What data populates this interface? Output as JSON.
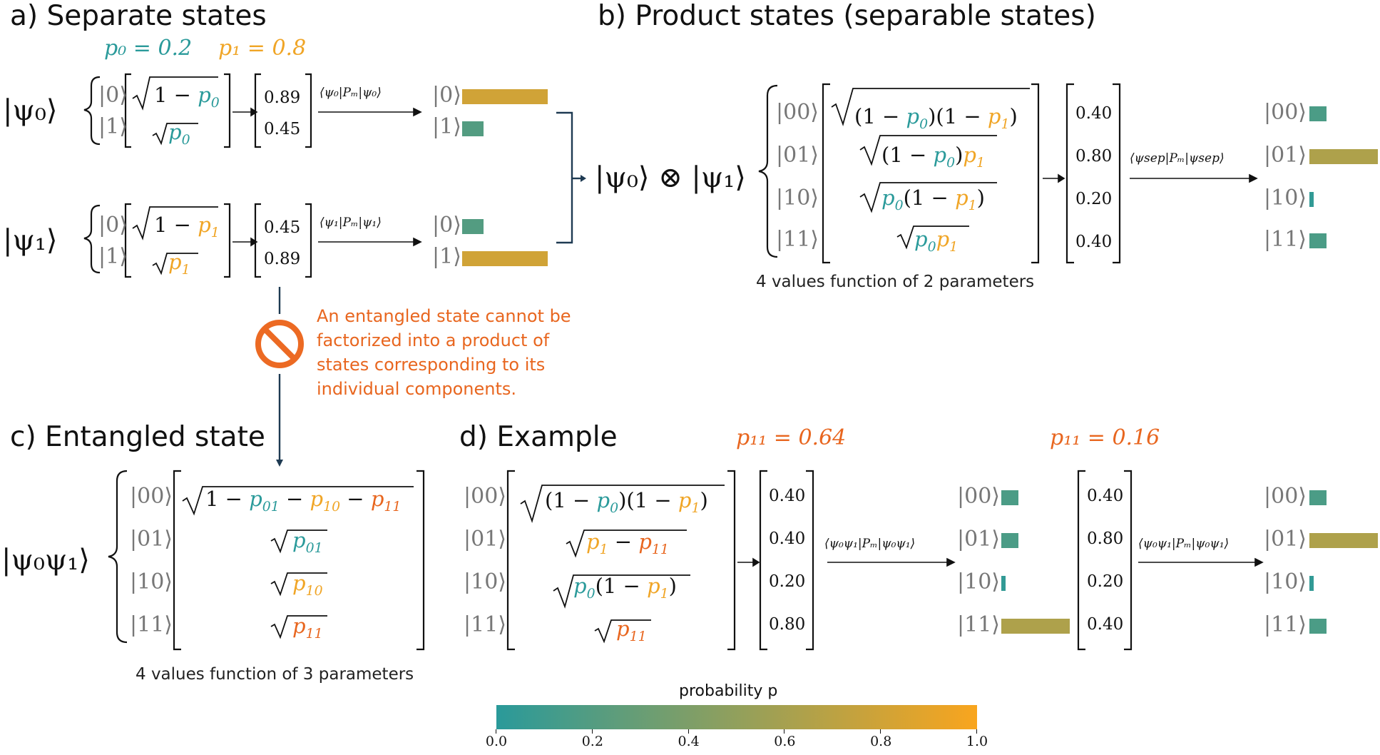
{
  "panels": {
    "a": "a) Separate states",
    "b": "b) Product states (separable states)",
    "c": "c) Entangled state",
    "d": "d) Example"
  },
  "params": {
    "p0": "p₀ = 0.2",
    "p1": "p₁ = 0.8",
    "p11_first": "p₁₁ = 0.64",
    "p11_second": "p₁₁ = 0.16"
  },
  "states": {
    "psi0": "|ψ₀⟩",
    "psi1": "|ψ₁⟩",
    "product": "|ψ₀⟩ ⊗ |ψ₁⟩",
    "entangled": "|ψ₀ψ₁⟩"
  },
  "kets": {
    "one_qubit": [
      "|0⟩",
      "|1⟩"
    ],
    "two_qubit": [
      "|00⟩",
      "|01⟩",
      "|10⟩",
      "|11⟩"
    ]
  },
  "amplitudes": {
    "psi0": {
      "values": [
        "0.89",
        "0.45"
      ],
      "probabilities": [
        0.8,
        0.2
      ]
    },
    "psi1": {
      "values": [
        "0.45",
        "0.89"
      ],
      "probabilities": [
        0.2,
        0.8
      ]
    },
    "product": {
      "values": [
        "0.40",
        "0.80",
        "0.20",
        "0.40"
      ],
      "probabilities": [
        0.16,
        0.64,
        0.04,
        0.16
      ]
    },
    "example1": {
      "values": [
        "0.40",
        "0.40",
        "0.20",
        "0.80"
      ],
      "probabilities": [
        0.16,
        0.16,
        0.04,
        0.64
      ]
    },
    "example2": {
      "values": [
        "0.40",
        "0.80",
        "0.20",
        "0.40"
      ],
      "probabilities": [
        0.16,
        0.64,
        0.04,
        0.16
      ]
    }
  },
  "operators": {
    "psi0": "⟨ψ₀|Pₘ|ψ₀⟩",
    "psi1": "⟨ψ₁|Pₘ|ψ₁⟩",
    "sep": "⟨ψsep|Pₘ|ψsep⟩",
    "example": "⟨ψ₀ψ₁|Pₘ|ψ₀ψ₁⟩"
  },
  "notes": {
    "product_caption": "4 values function of 2 parameters",
    "entangled_caption": "4 values function of 3 parameters",
    "entangled_warning": [
      "An entangled state cannot be",
      "factorized into a product of",
      "states corresponding to its",
      "individual components."
    ]
  },
  "colorbar": {
    "label": "probability p",
    "ticks": [
      "0.0",
      "0.2",
      "0.4",
      "0.6",
      "0.8",
      "1.0"
    ],
    "colors": {
      "low": "#2a9a9a",
      "high": "#f9a51e"
    }
  }
}
